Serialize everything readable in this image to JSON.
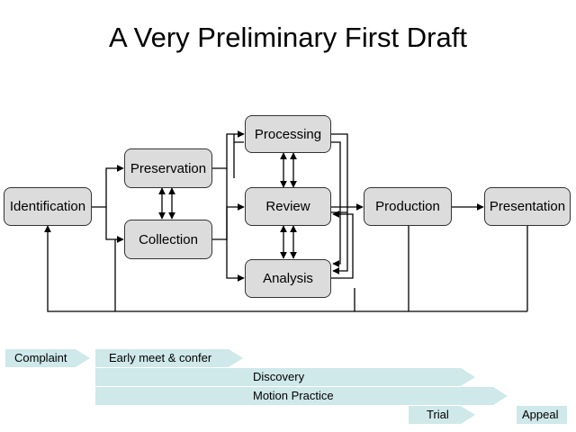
{
  "title": "A Very Preliminary First Draft",
  "nodes": {
    "identification": "Identification",
    "preservation": "Preservation",
    "collection": "Collection",
    "processing": "Processing",
    "review": "Review",
    "analysis": "Analysis",
    "production": "Production",
    "presentation": "Presentation"
  },
  "timeline": {
    "complaint": "Complaint",
    "early_meet": "Early meet & confer",
    "discovery": "Discovery",
    "motion_practice": "Motion Practice",
    "trial": "Trial",
    "appeal": "Appeal"
  },
  "colors": {
    "node_fill": "#dcdcdc",
    "timeline_fill": "#cfe8ea"
  }
}
